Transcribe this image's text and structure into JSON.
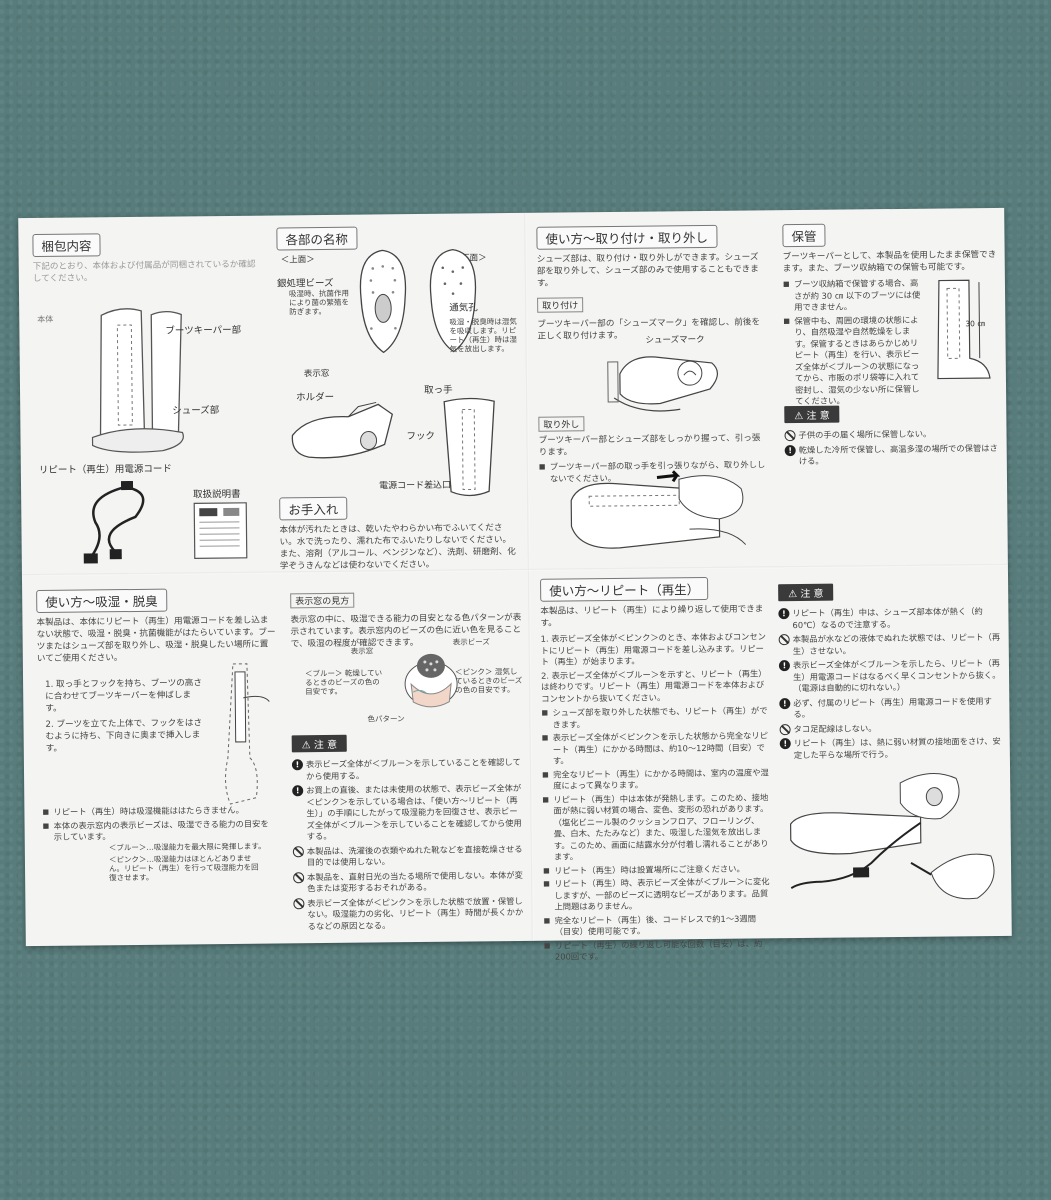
{
  "p1": {
    "title": "梱包内容",
    "intro": "下記のとおり、本体および付属品が同梱されているか確認してください。",
    "label_body": "本体",
    "label_keeper": "ブーツキーパー部",
    "label_shoes": "シューズ部",
    "label_cord": "リピート（再生）用電源コード",
    "label_manual": "取扱説明書"
  },
  "p2": {
    "title": "各部の名称",
    "top": "＜上面＞",
    "bottom": "＜下面＞",
    "beads": "銀処理ビーズ",
    "beads_desc": "吸湿時、抗菌作用により菌の繁殖を防ぎます。",
    "vent": "通気孔",
    "vent_desc": "吸湿・脱臭時は湿気を吸収します。リピート（再生）時は湿気を放出します。",
    "window": "表示窓",
    "holder": "ホルダー",
    "handle": "取っ手",
    "hook": "フック",
    "port": "電源コード差込口",
    "care_title": "お手入れ",
    "care_text": "本体が汚れたときは、乾いたやわらかい布でふいてください。水で洗ったり、濡れた布でふいたりしないでください。また、溶剤（アルコール、ベンジンなど）、洗剤、研磨剤、化学ぞうきんなどは使わないでください。"
  },
  "p3": {
    "title": "使い方〜取り付け・取り外し",
    "intro": "シューズ部は、取り付け・取り外しができます。シューズ部を取り外して、シューズ部のみで使用することもできます。",
    "attach": "取り付け",
    "attach_text": "ブーツキーパー部の「シューズマーク」を確認し、前後を正しく取り付けます。",
    "mark": "シューズマーク",
    "detach": "取り外し",
    "detach_text": "ブーツキーパー部とシューズ部をしっかり握って、引っ張ります。",
    "detach_bullet": "ブーツキーパー部の取っ手を引っ張りながら、取り外ししないでください。"
  },
  "p4": {
    "title": "保管",
    "intro": "ブーツキーパーとして、本製品を使用したまま保管できます。また、ブーツ収納箱での保管も可能です。",
    "b1": "ブーツ収納箱で保管する場合、高さが約 30 ㎝ 以下のブーツには使用できません。",
    "b2": "保管中も、周囲の環境の状態により、自然吸湿や自然乾燥をします。保管するときはあらかじめリピート（再生）を行い、表示ビーズ全体が＜ブルー＞の状態になってから、市販のポリ袋等に入れて密封し、湿気の少ない所に保管してください。",
    "height": "30 ㎝",
    "caution": "注 意",
    "c1": "子供の手の届く場所に保管しない。",
    "c2": "乾燥した冷所で保管し、高温多湿の場所での保管はさける。"
  },
  "p5": {
    "title": "使い方〜吸湿・脱臭",
    "intro": "本製品は、本体にリピート（再生）用電源コードを差し込まない状態で、吸湿・脱臭・抗菌機能がはたらいています。ブーツまたはシューズ部を取り外し、吸湿・脱臭したい場所に置いてご使用ください。",
    "s1": "1. 取っ手とフックを持ち、ブーツの高さに合わせてブーツキーパーを伸ばします。",
    "s2": "2. ブーツを立てた上体で、フックをはさむように持ち、下向きに奥まで挿入します。",
    "b1": "リピート（再生）時は吸湿機能ははたらきません。",
    "b2": "本体の表示窓内の表示ビーズは、吸湿できる能力の目安を示しています。",
    "blue": "＜ブルー＞…吸湿能力を最大限に発揮します。",
    "pink": "＜ピンク＞…吸湿能力はほとんどありません。リピート（再生）を行って吸湿能力を回復させます。"
  },
  "p6": {
    "sub": "表示窓の見方",
    "intro": "表示窓の中に、吸湿できる能力の目安となる色パターンが表示されています。表示窓内のビーズの色に近い色を見ることで、吸湿の程度が確認できます。",
    "window": "表示窓",
    "beads": "表示ビーズ",
    "blue": "＜ブルー＞ 乾燥しているときのビーズの色の目安です。",
    "pink": "＜ピンク＞ 湿気しているときのビーズの色の目安です。",
    "pattern": "色パターン",
    "caution": "注 意",
    "c1": "表示ビーズ全体が＜ブルー＞を示していることを確認してから使用する。",
    "c2": "お買上の直後、または未使用の状態で、表示ビーズ全体が＜ピンク＞を示している場合は、「使い方〜リピート（再生）」の手順にしたがって吸湿能力を回復させ、表示ビーズ全体が＜ブルー＞を示していることを確認してから使用する。",
    "c3": "本製品は、洗濯後の衣類やぬれた靴などを直接乾燥させる目的では使用しない。",
    "c4": "本製品を、直射日光の当たる場所で使用しない。本体が変色または変形するおそれがある。",
    "c5": "表示ビーズ全体が＜ピンク＞を示した状態で放置・保管しない。吸湿能力の劣化、リピート（再生）時間が長くかかるなどの原因となる。"
  },
  "p7": {
    "title": "使い方〜リピート（再生）",
    "intro": "本製品は、リピート（再生）により繰り返して使用できます。",
    "s1": "1. 表示ビーズ全体が＜ピンク＞のとき、本体およびコンセントにリピート（再生）用電源コードを差し込みます。リピート（再生）が始まります。",
    "s2": "2. 表示ビーズ全体が＜ブルー＞を示すと、リピート（再生）は終わりです。リピート（再生）用電源コードを本体およびコンセントから抜いてください。",
    "b1": "シューズ部を取り外した状態でも、リピート（再生）ができます。",
    "b2": "表示ビーズ全体が＜ピンク＞を示した状態から完全なリピート（再生）にかかる時間は、約10〜12時間（目安）です。",
    "b3": "完全なリピート（再生）にかかる時間は、室内の温度や湿度によって異なります。",
    "b4": "リピート（再生）中は本体が発熱します。このため、接地面が熱に弱い材質の場合、変色、変形の恐れがあります。（塩化ビニール製のクッションフロア、フローリング、畳、白木、たたみなど）また、吸湿した湿気を放出します。このため、画面に結露水分が付着し濡れることがあります。",
    "b5": "リピート（再生）時は設置場所にご注意ください。",
    "b6": "リピート（再生）時、表示ビーズ全体が＜ブルー＞に変化しますが、一部のビーズに透明なビーズがあります。品質上問題はありません。",
    "b7": "完全なリピート（再生）後、コードレスで約1〜3週間（目安）使用可能です。",
    "b8": "リピート（再生）の繰り返し可能な回数（目安）は、約200回です。"
  },
  "p8": {
    "caution": "注 意",
    "c1": "リピート（再生）中は、シューズ部本体が熱く（約60℃）なるので注意する。",
    "c2": "本製品が水などの液体でぬれた状態では、リピート（再生）させない。",
    "c3": "表示ビーズ全体が＜ブルー＞を示したら、リピート（再生）用電源コードはなるべく早くコンセントから抜く。（電源は自動的に切れない。）",
    "c4": "必ず、付属のリピート（再生）用電源コードを使用する。",
    "c5": "タコ足配線はしない。",
    "c6": "リピート（再生）は、熱に弱い材質の接地面をさけ、安定した平らな場所で行う。"
  }
}
